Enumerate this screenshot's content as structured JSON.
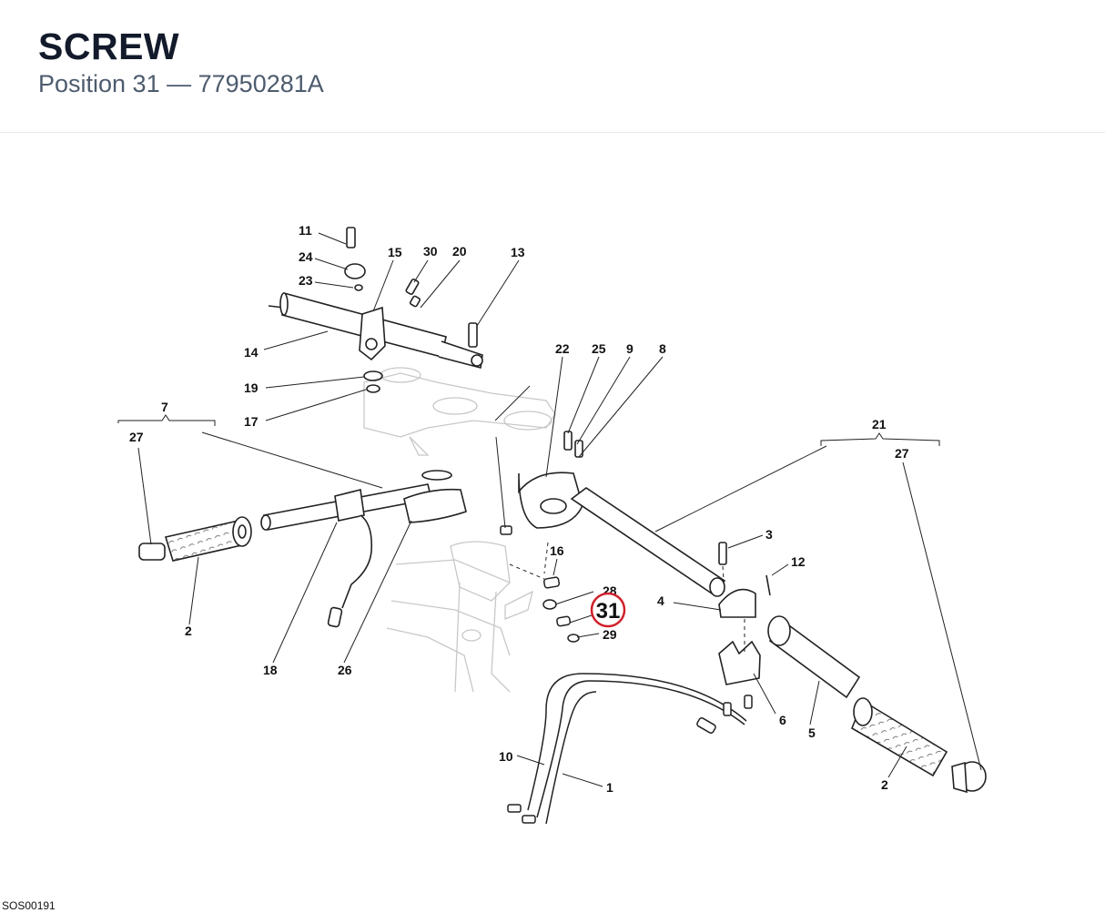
{
  "header": {
    "title": "SCREW",
    "position_label": "Position 31",
    "separator": "—",
    "part_number": "77950281A"
  },
  "diagram": {
    "highlighted_callout": "31",
    "highlight_color": "#d0202a",
    "callouts": [
      "11",
      "24",
      "15",
      "30",
      "20",
      "13",
      "23",
      "14",
      "19",
      "17",
      "22",
      "25",
      "9",
      "8",
      "7",
      "27",
      "21",
      "27",
      "3",
      "12",
      "16",
      "28",
      "4",
      "29",
      "2",
      "18",
      "26",
      "6",
      "5",
      "10",
      "1",
      "2"
    ]
  },
  "footer": {
    "drawing_code": "SOS00191"
  }
}
